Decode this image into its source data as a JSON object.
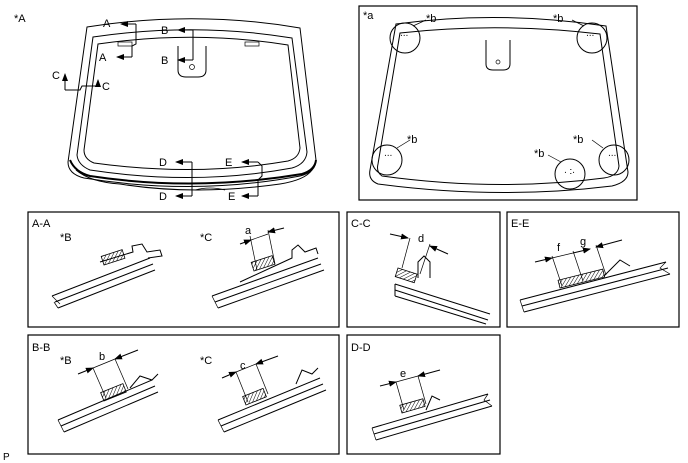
{
  "code": "P",
  "main": {
    "ref": "*A",
    "cuts": {
      "a": "A",
      "b": "B",
      "c": "C",
      "d": "D",
      "e": "E"
    }
  },
  "inset": {
    "ref": "*a",
    "callouts": [
      "*b",
      "*b",
      "*b",
      "*b",
      "*b"
    ]
  },
  "sections": {
    "aa": {
      "title": "A-A",
      "left": "*B",
      "right": "*C",
      "dim": "a"
    },
    "bb": {
      "title": "B-B",
      "left": "*B",
      "right": "*C",
      "dim_left": "b",
      "dim_right": "c"
    },
    "cc": {
      "title": "C-C",
      "dim": "d"
    },
    "dd": {
      "title": "D-D",
      "dim": "e"
    },
    "ee": {
      "title": "E-E",
      "dim_f": "f",
      "dim_g": "g"
    }
  }
}
